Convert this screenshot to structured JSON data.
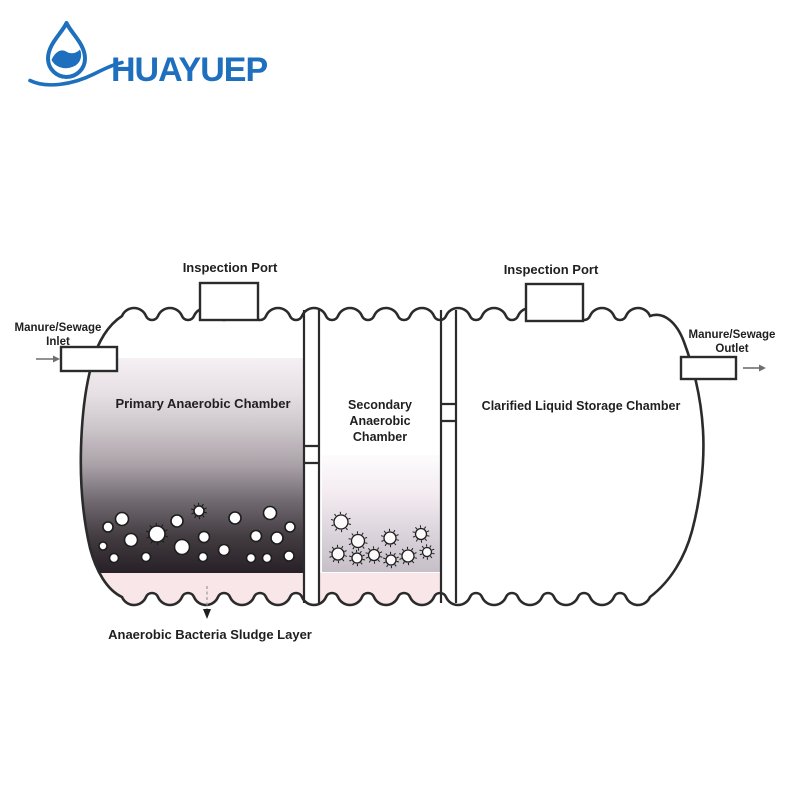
{
  "logo": {
    "brand": "HUAYUEP",
    "color": "#1e6fbd"
  },
  "diagram": {
    "inspection_port_left": "Inspection Port",
    "inspection_port_right": "Inspection Port",
    "inlet": {
      "line1": "Manure/Sewage",
      "line2": "Inlet"
    },
    "outlet": {
      "line1": "Manure/Sewage",
      "line2": "Outlet"
    },
    "chambers": {
      "primary": "Primary Anaerobic Chamber",
      "secondary_line1": "Secondary",
      "secondary_line2": "Anaerobic",
      "secondary_line3": "Chamber",
      "clarified": "Clarified Liquid Storage Chamber"
    },
    "sludge_label": "Anaerobic Bacteria Sludge Layer",
    "colors": {
      "outline": "#2b2b2b",
      "label_text": "#1f1f1f",
      "sludge_pink": "#f8e6e8",
      "primary_gradient": [
        "#f5f0f3",
        "#e6dfe4",
        "#cbc4c9",
        "#a9a1a7",
        "#706970",
        "#423c41",
        "#272127"
      ],
      "secondary_gradient": [
        "#fdfcfd",
        "#f3ebf0",
        "#dcd4dc",
        "#c6bfc8"
      ]
    },
    "primary_bubbles": [
      [
        108,
        527,
        5
      ],
      [
        103,
        546,
        4
      ],
      [
        114,
        558,
        4.5
      ],
      [
        122,
        519,
        6.5
      ],
      [
        131,
        540,
        6.5
      ],
      [
        146,
        557,
        4.5
      ],
      [
        157,
        534,
        8,
        1
      ],
      [
        177,
        521,
        6
      ],
      [
        182,
        547,
        7.5
      ],
      [
        199,
        511,
        5,
        1
      ],
      [
        204,
        537,
        5.5
      ],
      [
        203,
        557,
        4.5
      ],
      [
        224,
        550,
        5.5
      ],
      [
        235,
        518,
        6
      ],
      [
        256,
        536,
        5.5
      ],
      [
        251,
        558,
        4.5
      ],
      [
        270,
        513,
        6.5
      ],
      [
        277,
        538,
        6
      ],
      [
        267,
        558,
        4.5
      ],
      [
        290,
        527,
        5
      ],
      [
        289,
        556,
        5
      ]
    ],
    "secondary_bacteria": [
      [
        341,
        522,
        7
      ],
      [
        358,
        541,
        6.5
      ],
      [
        338,
        554,
        6
      ],
      [
        357,
        558,
        5
      ],
      [
        374,
        555,
        5.5
      ],
      [
        390,
        538,
        6
      ],
      [
        391,
        560,
        5
      ],
      [
        408,
        556,
        6
      ],
      [
        421,
        534,
        5.5
      ],
      [
        427,
        552,
        4.5
      ]
    ]
  }
}
